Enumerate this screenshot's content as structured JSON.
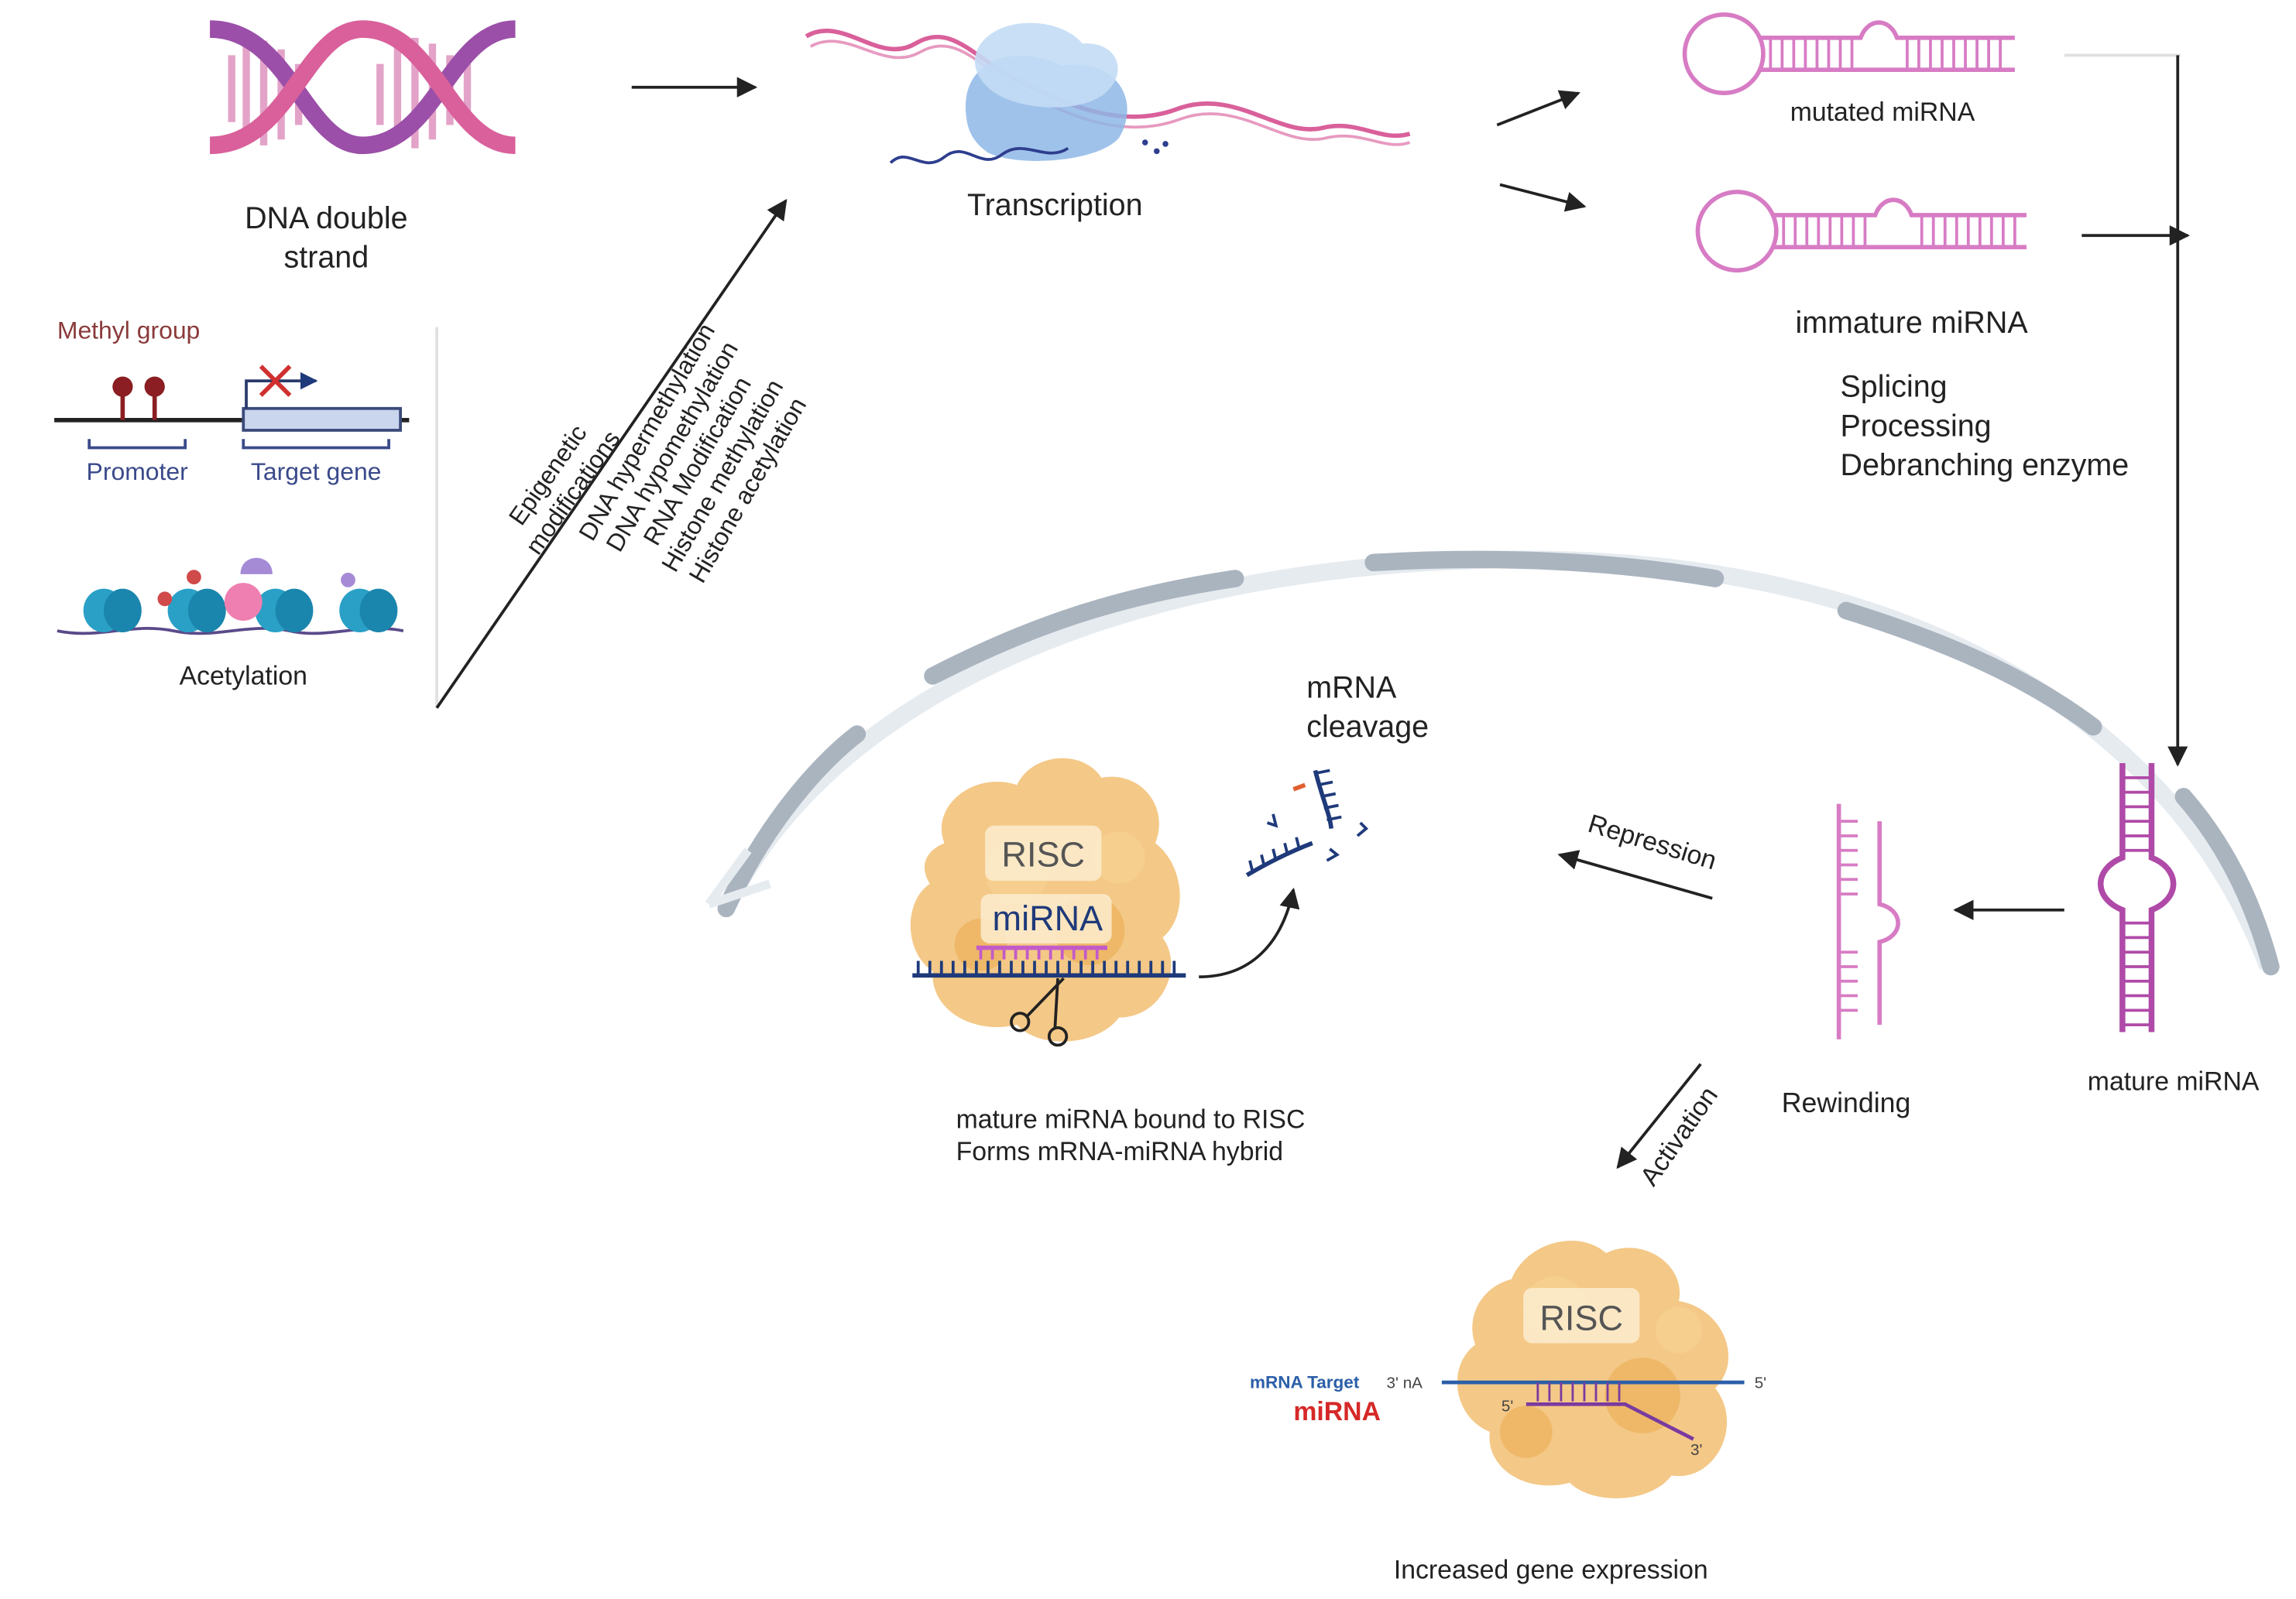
{
  "labels": {
    "dna_line1": "DNA double",
    "dna_line2": "strand",
    "methyl_group": "Methyl group",
    "promoter": "Promoter",
    "target_gene": "Target gene",
    "acetylation": "Acetylation",
    "epigenetic_line1": "Epigenetic",
    "epigenetic_line2": "modifications",
    "transcription": "Transcription",
    "mutated_mirna": "mutated miRNA",
    "immature_mirna": "immature miRNA",
    "splicing": "Splicing",
    "processing": "Processing",
    "debranching": "Debranching enzyme",
    "mature_mirna": "mature miRNA",
    "rewinding": "Rewinding",
    "repression": "Repression",
    "activation": "Activation",
    "mrna_cleavage_line1": "mRNA",
    "mrna_cleavage_line2": "cleavage",
    "risc_top": "RISC",
    "risc_mirna": "miRNA",
    "bound_line1": "mature miRNA bound to RISC",
    "bound_line2": "Forms mRNA-miRNA hybrid",
    "risc_bottom": "RISC",
    "mrna_target": "mRNA Target",
    "three_prime_na": "3' nA",
    "five_prime_right": "5'",
    "five_prime_inner": "5'",
    "three_prime_inner": "3'",
    "mirna_red": "miRNA",
    "increased_expression": "Increased gene expression"
  },
  "modifications": [
    "DNA hypermethylation",
    "DNA hypomethylation",
    "RNA Modification",
    "Histone methylation",
    "Histone acetylation"
  ],
  "colors": {
    "dna_purple": "#9b4fa8",
    "dna_pink": "#d9609b",
    "mirna_pink": "#d77cc4",
    "navy": "#1f3a7a",
    "risc_orange": "#f3c27a",
    "membrane": "#aab4bf",
    "methyl_red": "#8a1e22",
    "nucleosome": "#2aa0c7",
    "mirna_red": "#d62828",
    "mrna_blue": "#2b5fa8",
    "target_box": "#c9d6ee"
  }
}
